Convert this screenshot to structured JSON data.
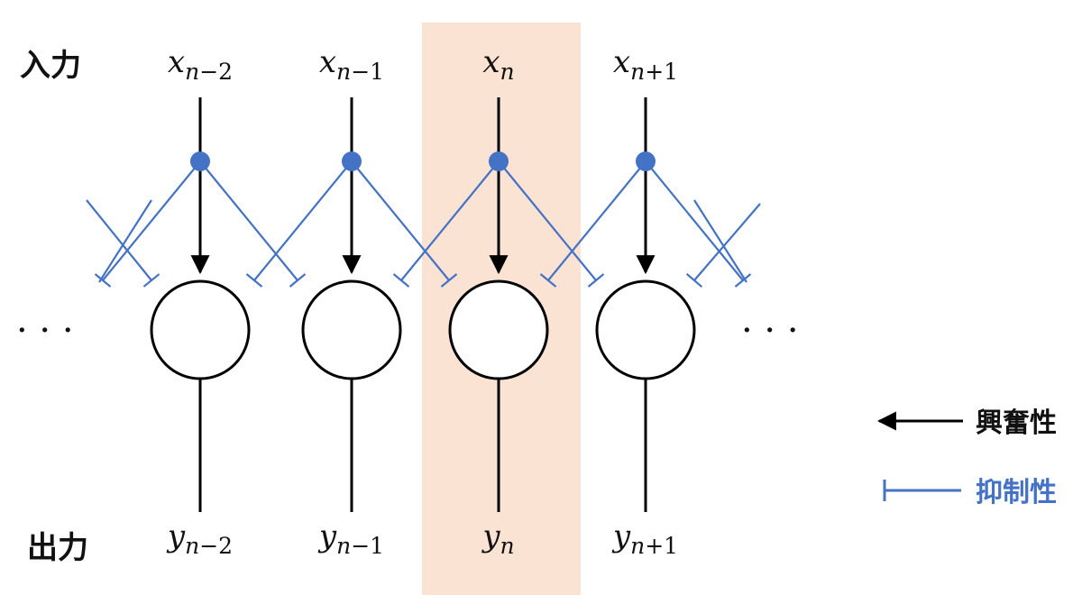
{
  "colors": {
    "highlight": "#fbe3d4",
    "excitatory": "#000000",
    "inhibitory": "#4472c4",
    "neuron_fill": "#ffffff",
    "neuron_stroke": "#000000"
  },
  "labels": {
    "input": "入力",
    "output": "出力"
  },
  "inputs": [
    {
      "base": "x",
      "sub_var": "n",
      "sub_rest": "−2"
    },
    {
      "base": "x",
      "sub_var": "n",
      "sub_rest": "−1"
    },
    {
      "base": "x",
      "sub_var": "n",
      "sub_rest": ""
    },
    {
      "base": "x",
      "sub_var": "n",
      "sub_rest": "+1"
    }
  ],
  "outputs": [
    {
      "base": "y",
      "sub_var": "n",
      "sub_rest": "−2"
    },
    {
      "base": "y",
      "sub_var": "n",
      "sub_rest": "−1"
    },
    {
      "base": "y",
      "sub_var": "n",
      "sub_rest": ""
    },
    {
      "base": "y",
      "sub_var": "n",
      "sub_rest": "+1"
    }
  ],
  "ellipsis": {
    "left": "· · ·",
    "right": "· · ·"
  },
  "legend": {
    "excitatory_label": "興奮性",
    "inhibitory_label": "抑制性"
  }
}
